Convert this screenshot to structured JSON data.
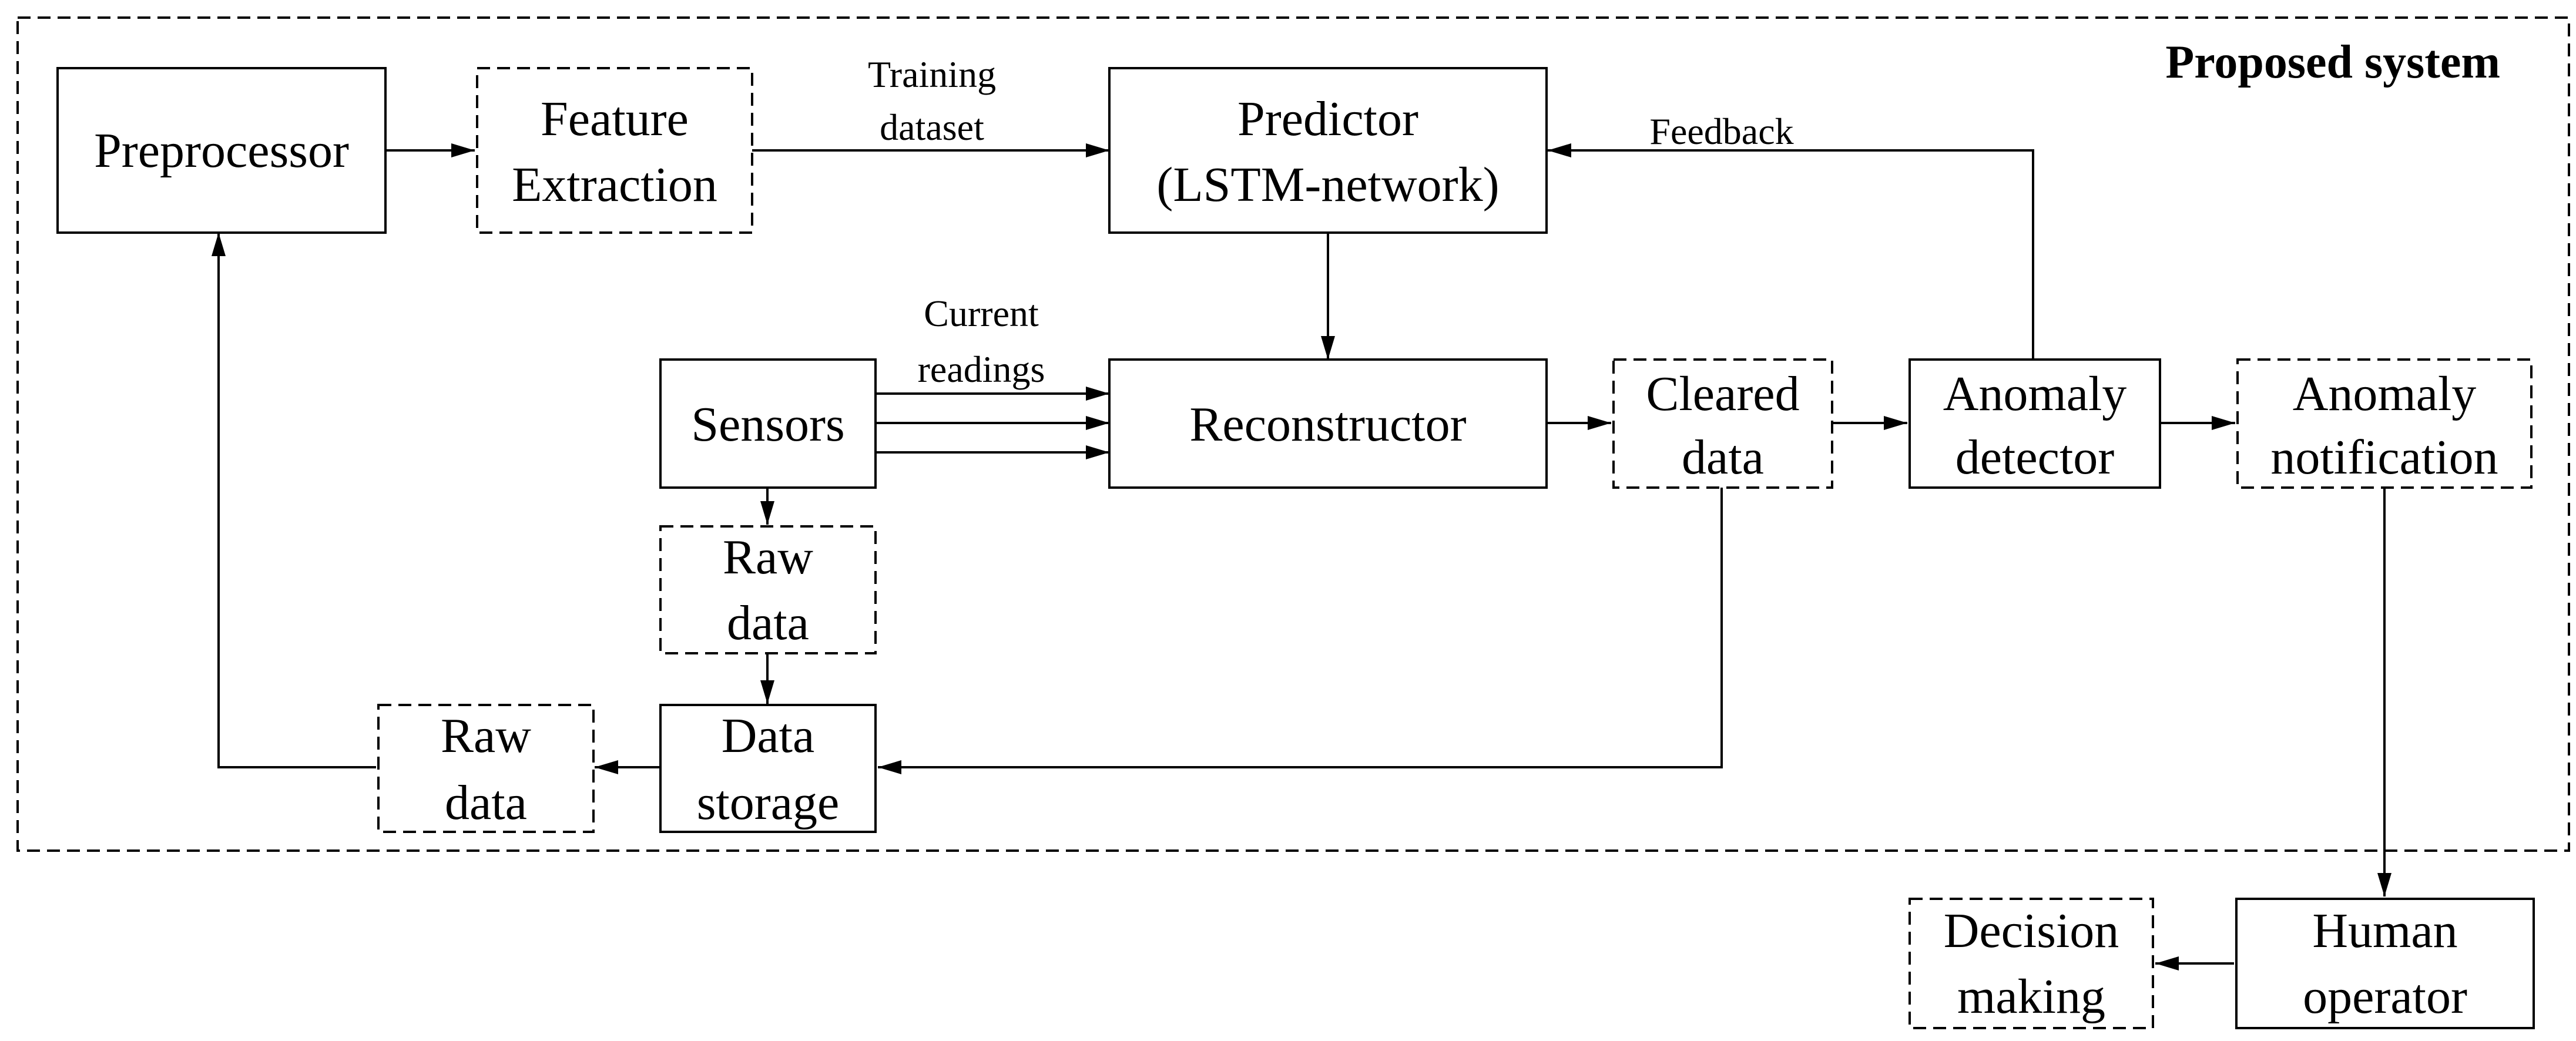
{
  "diagram": {
    "container_title": "Proposed system",
    "nodes": {
      "preprocessor": {
        "lines": [
          "Preprocessor"
        ],
        "style": "solid"
      },
      "feature_extraction": {
        "lines": [
          "Feature",
          "Extraction"
        ],
        "style": "dashed"
      },
      "predictor": {
        "lines": [
          "Predictor",
          "(LSTM-network)"
        ],
        "style": "solid"
      },
      "sensors": {
        "lines": [
          "Sensors"
        ],
        "style": "solid"
      },
      "reconstructor": {
        "lines": [
          "Reconstructor"
        ],
        "style": "solid"
      },
      "cleared_data": {
        "lines": [
          "Cleared",
          "data"
        ],
        "style": "dashed"
      },
      "anomaly_detector": {
        "lines": [
          "Anomaly",
          "detector"
        ],
        "style": "solid"
      },
      "anomaly_notification": {
        "lines": [
          "Anomaly",
          "notification"
        ],
        "style": "dashed"
      },
      "raw_data_upper": {
        "lines": [
          "Raw",
          "data"
        ],
        "style": "dashed"
      },
      "data_storage": {
        "lines": [
          "Data",
          "storage"
        ],
        "style": "solid"
      },
      "raw_data_lower": {
        "lines": [
          "Raw",
          "data"
        ],
        "style": "dashed"
      },
      "human_operator": {
        "lines": [
          "Human",
          "operator"
        ],
        "style": "solid"
      },
      "decision_making": {
        "lines": [
          "Decision",
          "making"
        ],
        "style": "dashed"
      }
    },
    "edges": [
      {
        "from": "preprocessor",
        "to": "feature_extraction",
        "label": []
      },
      {
        "from": "feature_extraction",
        "to": "predictor",
        "label": [
          "Training",
          "dataset"
        ]
      },
      {
        "from": "predictor",
        "to": "reconstructor",
        "label": []
      },
      {
        "from": "sensors",
        "to": "reconstructor",
        "label": [
          "Current",
          "readings"
        ],
        "count": 3
      },
      {
        "from": "reconstructor",
        "to": "cleared_data",
        "label": []
      },
      {
        "from": "cleared_data",
        "to": "anomaly_detector",
        "label": []
      },
      {
        "from": "anomaly_detector",
        "to": "predictor",
        "label": [
          "Feedback"
        ]
      },
      {
        "from": "anomaly_detector",
        "to": "anomaly_notification",
        "label": []
      },
      {
        "from": "sensors",
        "to": "raw_data_upper",
        "label": []
      },
      {
        "from": "raw_data_upper",
        "to": "data_storage",
        "label": []
      },
      {
        "from": "cleared_data",
        "to": "data_storage",
        "label": []
      },
      {
        "from": "data_storage",
        "to": "raw_data_lower",
        "label": []
      },
      {
        "from": "raw_data_lower",
        "to": "preprocessor",
        "label": []
      },
      {
        "from": "anomaly_notification",
        "to": "human_operator",
        "label": []
      },
      {
        "from": "human_operator",
        "to": "decision_making",
        "label": []
      }
    ]
  }
}
